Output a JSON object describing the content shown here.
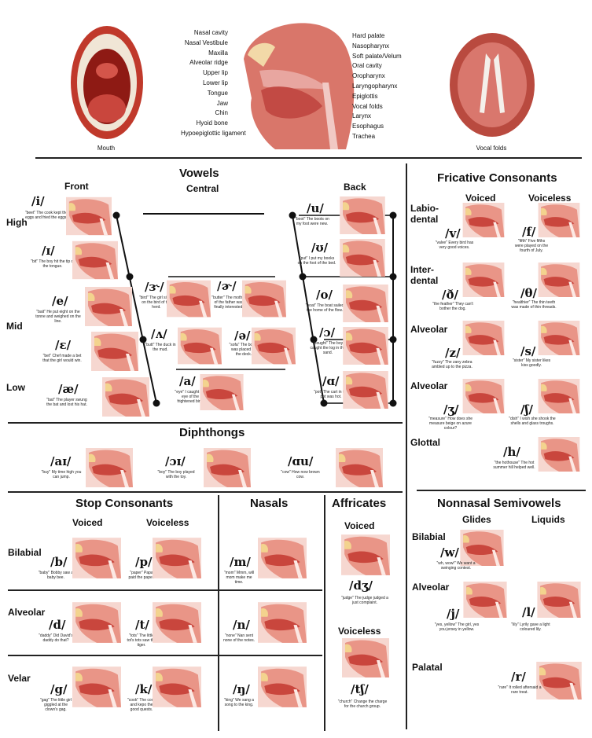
{
  "top": {
    "mouth_caption": "Mouth",
    "vocal_folds_caption": "Vocal folds",
    "labels_left": [
      "Nasal cavity",
      "Nasal Vestibule",
      "Maxilla",
      "Alveolar ridge",
      "Upper lip",
      "Lower lip",
      "Tongue",
      "Jaw",
      "Chin",
      "Hyoid bone",
      "Hypoepiglottic ligament"
    ],
    "labels_right": [
      "Hard palate",
      "Nasopharynx",
      "Soft palate/Velum",
      "Oral cavity",
      "Oropharynx",
      "Laryngopharynx",
      "Epiglottis",
      "Vocal folds",
      "Larynx",
      "Esophagus",
      "Trachea"
    ]
  },
  "vowels": {
    "title": "Vowels",
    "col_front": "Front",
    "col_central": "Central",
    "col_back": "Back",
    "row_high": "High",
    "row_mid": "Mid",
    "row_low": "Low",
    "items": [
      {
        "sym": "/i/",
        "ex": "\"beet\" The cook kept the eggs and fried the eggs."
      },
      {
        "sym": "/ɪ/",
        "ex": "\"bit\" The boy hit the tip of the tongue."
      },
      {
        "sym": "/e/",
        "ex": "\"bait\" He put eight on the tonne and weighed on the line."
      },
      {
        "sym": "/ɛ/",
        "ex": "\"bet\" Chef made a bet that the girl would win."
      },
      {
        "sym": "/æ/",
        "ex": "\"bat\" The player swung the bat and lost his hat."
      },
      {
        "sym": "/ɝ/",
        "ex": "\"bird\" The girl sitting on the bird of the herd."
      },
      {
        "sym": "/ɚ/",
        "ex": "\"butter\" The mother of the father was finally interested."
      },
      {
        "sym": "/ʌ/",
        "ex": "\"butt\" The duck in the mud."
      },
      {
        "sym": "/ə/",
        "ex": "\"sofa\" The board was placed on the deck."
      },
      {
        "sym": "/a/",
        "ex": "\"eye\" I caught the eye of the frightened bird."
      },
      {
        "sym": "/u/",
        "ex": "\"boot\" The boots on my foot were new."
      },
      {
        "sym": "/ʊ/",
        "ex": "\"put\" I put my books on the foot of the bed."
      },
      {
        "sym": "/o/",
        "ex": "\"boat\" The boat sailed the home of the flow."
      },
      {
        "sym": "/ɔ/",
        "ex": "\"bought\" The boy caught the log in the sand."
      },
      {
        "sym": "/ɑ/",
        "ex": "\"pot\" The cart in the pot was hot."
      }
    ]
  },
  "diphthongs": {
    "title": "Diphthongs",
    "items": [
      {
        "sym": "/aɪ/",
        "ex": "\"buy\" My time high you can jump."
      },
      {
        "sym": "/ɔɪ/",
        "ex": "\"boy\" The boy played with the toy."
      },
      {
        "sym": "/ɑu/",
        "ex": "\"cow\" How now brown cow."
      }
    ]
  },
  "stops": {
    "title": "Stop Consonants",
    "voiced": "Voiced",
    "voiceless": "Voiceless",
    "rows": [
      "Bilabial",
      "Alveolar",
      "Velar"
    ],
    "items": [
      {
        "sym": "/b/",
        "ex": "\"baby\" Bobby saw a baby bee."
      },
      {
        "sym": "/p/",
        "ex": "\"paper\" Papa paid the paper."
      },
      {
        "sym": "/d/",
        "ex": "\"daddy\" Did David's daddy do that?"
      },
      {
        "sym": "/t/",
        "ex": "\"tots\" The little tot's tots saw the tiger."
      },
      {
        "sym": "/g/",
        "ex": "\"gag\" The little girl giggled at the clown's gag."
      },
      {
        "sym": "/k/",
        "ex": "\"cook\" The cook and kepo the good quests."
      }
    ]
  },
  "nasals": {
    "title": "Nasals",
    "items": [
      {
        "sym": "/m/",
        "ex": "\"mom\" Mmm, will mom make me time."
      },
      {
        "sym": "/n/",
        "ex": "\"none\" Nan sent none of the notes."
      },
      {
        "sym": "/ŋ/",
        "ex": "\"king\" We sang a song to the king."
      }
    ]
  },
  "affricates": {
    "title": "Affricates",
    "voiced": "Voiced",
    "voiceless": "Voiceless",
    "items": [
      {
        "sym": "/dʒ/",
        "ex": "\"judge\" The judge judged a just complaint."
      },
      {
        "sym": "/tʃ/",
        "ex": "\"church\" Change the charge for the church group."
      }
    ]
  },
  "fricatives": {
    "title": "Fricative Consonants",
    "voiced": "Voiced",
    "voiceless": "Voiceless",
    "rows": [
      "Labio-\ndental",
      "Inter-\ndental",
      "Alveolar",
      "Alveolar",
      "Glottal"
    ],
    "items": [
      {
        "sym": "/v/",
        "ex": "\"valve\" Every bird has very good voices."
      },
      {
        "sym": "/f/",
        "ex": "\"fifth\" Five fifths were played on the fourth of July."
      },
      {
        "sym": "/ð/",
        "ex": "\"the feather\" They can't bother the dog."
      },
      {
        "sym": "/θ/",
        "ex": "\"healthier\" The thin teeth was made of thin threads."
      },
      {
        "sym": "/z/",
        "ex": "\"fuzzy\" The zany zebra ambled up to the pizza."
      },
      {
        "sym": "/s/",
        "ex": "\"sister\" My sister likes kiss goodly."
      },
      {
        "sym": "/ʒ/",
        "ex": "\"measure\" How does she measure beige on azure colour?"
      },
      {
        "sym": "/ʃ/",
        "ex": "\"dish\" I wish she shook the shells and glass troughs."
      },
      {
        "sym": "/h/",
        "ex": "\"the hothouse\" The hot summer hill helped well."
      }
    ]
  },
  "semivowels": {
    "title": "Nonnasal Semivowels",
    "glides": "Glides",
    "liquids": "Liquids",
    "rows": [
      "Bilabial",
      "Alveolar",
      "Palatal"
    ],
    "items": [
      {
        "sym": "/w/",
        "ex": "\"wh, wow!\" We want a swinging contest."
      },
      {
        "sym": "/j/",
        "ex": "\"yes, yellow\" The girl, yes you jersey in yellow."
      },
      {
        "sym": "/l/",
        "ex": "\"lily\" Lyrily gave a light coloured lily."
      },
      {
        "sym": "/r/",
        "ex": "\"rare\" It rolled aftersaid a rare treat."
      }
    ]
  }
}
